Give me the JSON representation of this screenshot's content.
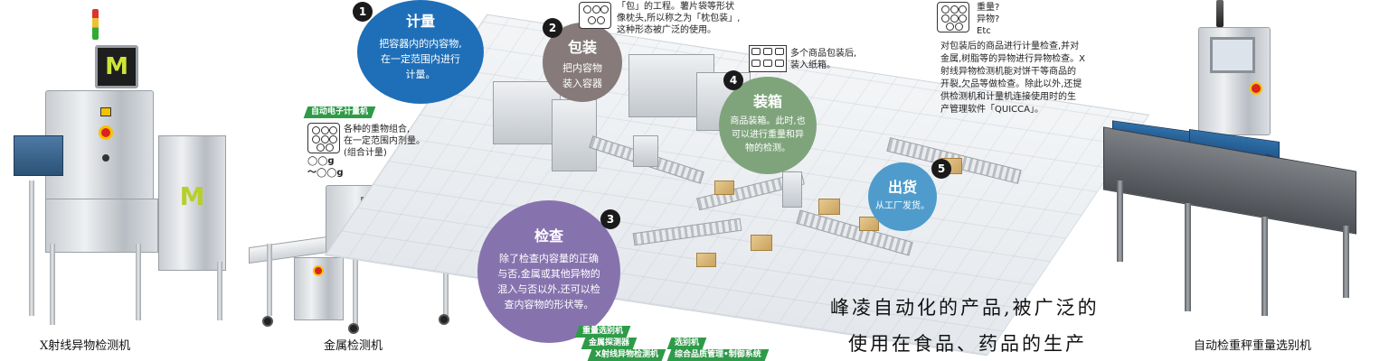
{
  "machines": {
    "xray": {
      "caption": "X射线异物检测机",
      "logo": "M"
    },
    "metal": {
      "caption": "金属检测机"
    },
    "checkweigher": {
      "caption": "自动检重秤重量选别机"
    }
  },
  "steps": {
    "weigh": {
      "num": "1",
      "title": "计量",
      "text": "把容器内的内容物,\n在一定范围内进行\n计量。",
      "color": "#1f6fb8"
    },
    "pack": {
      "num": "2",
      "title": "包装",
      "text": "把内容物\n装入容器",
      "color": "#867a7a"
    },
    "inspect": {
      "num": "3",
      "title": "检查",
      "text": "除了检查内容量的正确\n与否,金属或其他异物的\n混入与否以外,还可以检\n查内容物的形状等。",
      "color": "#8673ae"
    },
    "box": {
      "num": "4",
      "title": "装箱",
      "text": "商品装箱。此时,也\n可以进行重量和异\n物的检测。",
      "color": "#7fa47c"
    },
    "ship": {
      "num": "5",
      "title": "出货",
      "text": "从工厂发货。",
      "color": "#4f9ccc"
    }
  },
  "notes": {
    "weigh_tag": "自动电子计量机",
    "weigh_note": "各种的重物组合,\n在一定范围内剂量。\n(组合计量)",
    "weigh_range": "◯◯g\n～◯◯g",
    "pack_note": "「包」的工程。薯片袋等形状\n像枕头,所以称之为「枕包装」,\n这种形态被广泛的使用。",
    "box_note": "多个商品包装后,\n装入纸箱。",
    "inspect_icon_text": "重量?\n异物?\nEtc",
    "inspect_note": "对包装后的商品进行计量检查,并对\n金属,树脂等的异物进行异物检查。X\n射线异物检测机能对饼干等商品的\n开裂,欠品等做检查。除此以外,还提\n供检测机和计量机连接使用时的生\n产管理软件「QUICCA」。"
  },
  "bottom_tags": {
    "left": [
      "重量选别机",
      "金属探测器",
      "X射线异物检测机"
    ],
    "right": [
      "选别机",
      "综合品质管理•制御系统"
    ]
  },
  "slogan": {
    "line1": "峰凌自动化的产品,被广泛的",
    "line2": "使用在食品、药品的生产"
  }
}
